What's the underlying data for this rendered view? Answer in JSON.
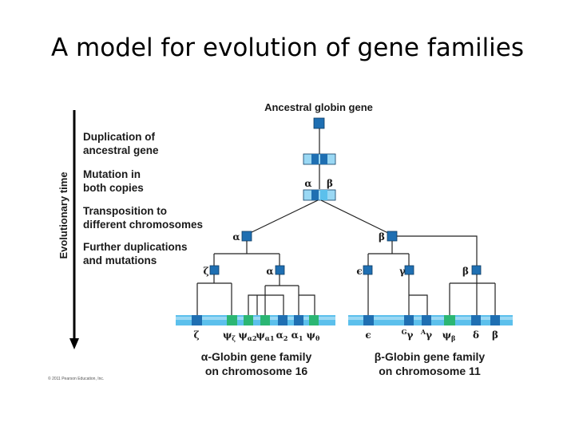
{
  "title": "A model for evolution of gene families",
  "axis_label": "Evolutionary time",
  "steps": [
    [
      "Duplication of",
      "ancestral gene"
    ],
    [
      "Mutation in",
      "both copies"
    ],
    [
      "Transposition to",
      "different chromosomes"
    ],
    [
      "Further duplications",
      "and mutations"
    ]
  ],
  "ancestral_label": "Ancestral globin gene",
  "labels": {
    "alpha": "α",
    "beta": "β",
    "zeta": "ζ",
    "epsilon": "ϵ",
    "gamma": "γ",
    "delta": "δ"
  },
  "alpha_family": {
    "name_line1": "α-Globin gene family",
    "name_line2": "on chromosome 16",
    "genes": [
      "ζ",
      "ψζ",
      "ψα2",
      "ψα1",
      "α2",
      "α1",
      "ψθ"
    ]
  },
  "beta_family": {
    "name_line1": "β-Globin gene family",
    "name_line2": "on chromosome 11",
    "genes": [
      "ϵ",
      "Gγ",
      "Aγ",
      "ψβ",
      "δ",
      "β"
    ]
  },
  "copyright": "© 2011 Pearson Education, Inc.",
  "colors": {
    "gene_blue": "#1f6fb2",
    "chromosome_blue": "#5cc0ec",
    "chromosome_light": "#9ad8f4",
    "pseudogene_green": "#2bb673",
    "arrow": "#000000"
  }
}
